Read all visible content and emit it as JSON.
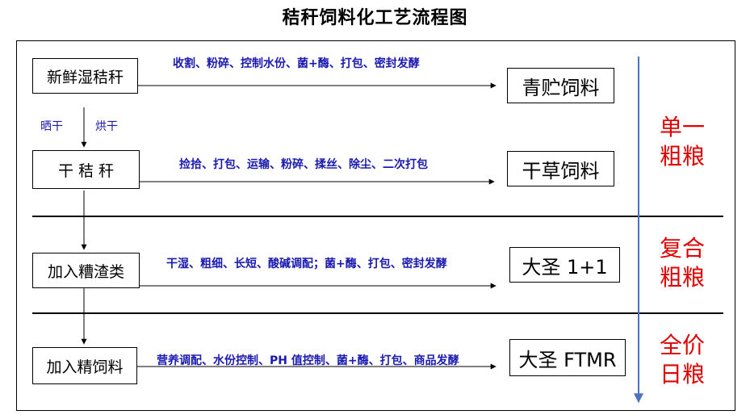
{
  "title": "秸秆饲料化工艺流程图",
  "inputs": [
    {
      "label": "新鲜湿秸秆"
    },
    {
      "label": "干 秸 秆"
    },
    {
      "label": "加入糟渣类"
    },
    {
      "label": "加入精饲料"
    }
  ],
  "outputs": [
    {
      "label": "青贮饲料"
    },
    {
      "label": "干草饲料"
    },
    {
      "label": "大圣 1+1"
    },
    {
      "label": "大圣 FTMR"
    }
  ],
  "processes": [
    "收割、粉碎、控制水份、菌+酶、打包、密封发酵",
    "捡拾、打包、运输、粉碎、揉丝、除尘、二次打包",
    "干湿、粗细、长短、酸碱调配；菌+酶、打包、密封发酵",
    "营养调配、水份控制、PH 值控制、菌+酶、打包、商品发酵"
  ],
  "drying": {
    "left": "晒干",
    "right": "烘干"
  },
  "categories": [
    {
      "line1": "单一",
      "line2": "粗粮"
    },
    {
      "line1": "复合",
      "line2": "粗粮"
    },
    {
      "line1": "全价",
      "line2": "日粮"
    }
  ],
  "colors": {
    "process_text": "#1a1ab0",
    "category_text": "#e00000",
    "progress_arrow": "#4a72c0"
  }
}
